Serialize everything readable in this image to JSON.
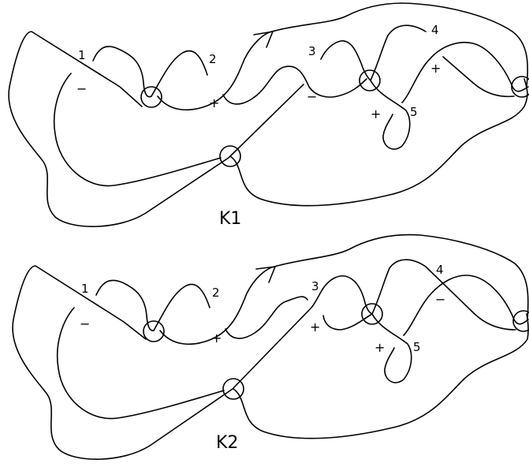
{
  "figure": {
    "diagrams": [
      {
        "id": "k1",
        "title": "K1",
        "arc_labels": [
          "1",
          "2",
          "3",
          "4",
          "5"
        ],
        "signs": [
          "−",
          "+",
          "−",
          "+",
          "+"
        ]
      },
      {
        "id": "k2",
        "title": "K2",
        "arc_labels": [
          "1",
          "2",
          "3",
          "4",
          "5"
        ],
        "signs": [
          "−",
          "+",
          "+",
          "−",
          "+"
        ]
      }
    ]
  }
}
